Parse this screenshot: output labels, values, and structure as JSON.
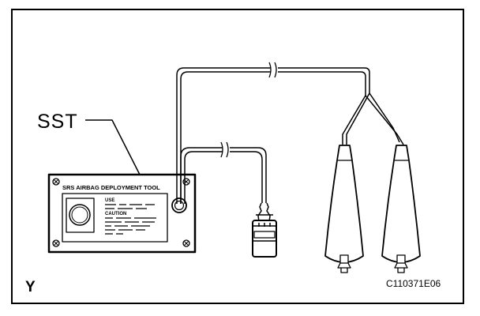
{
  "labels": {
    "sst": "SST",
    "view": "Y",
    "figure_code": "C110371E06"
  },
  "tool": {
    "title": "SRS AIRBAG DEPLOYMENT TOOL",
    "section_use": "USE",
    "section_caution": "CAUTION"
  },
  "colors": {
    "line": "#000000",
    "background": "#ffffff"
  }
}
